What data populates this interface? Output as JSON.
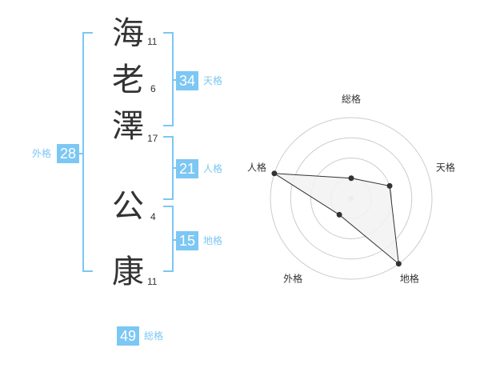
{
  "name": {
    "characters": [
      {
        "char": "海",
        "strokes": "11"
      },
      {
        "char": "老",
        "strokes": "6"
      },
      {
        "char": "澤",
        "strokes": "17"
      },
      {
        "char": "公",
        "strokes": "4"
      },
      {
        "char": "康",
        "strokes": "11"
      }
    ]
  },
  "fortune": {
    "tenkaku": {
      "value": "34",
      "label": "天格"
    },
    "jinkaku": {
      "value": "21",
      "label": "人格"
    },
    "chikaku": {
      "value": "15",
      "label": "地格"
    },
    "gaikaku": {
      "value": "28",
      "label": "外格"
    },
    "soukaku": {
      "value": "49",
      "label": "総格"
    }
  },
  "chart_data": {
    "type": "radar",
    "axes": [
      "総格",
      "天格",
      "地格",
      "外格",
      "人格"
    ],
    "values": [
      1,
      2,
      4,
      1,
      4
    ],
    "range": [
      0,
      4
    ],
    "rings": 4,
    "colors": {
      "fill": "#f2f2f2",
      "line": "#333333",
      "grid": "#cccccc"
    }
  },
  "colors": {
    "accent": "#7cc7f4",
    "text": "#333333"
  }
}
